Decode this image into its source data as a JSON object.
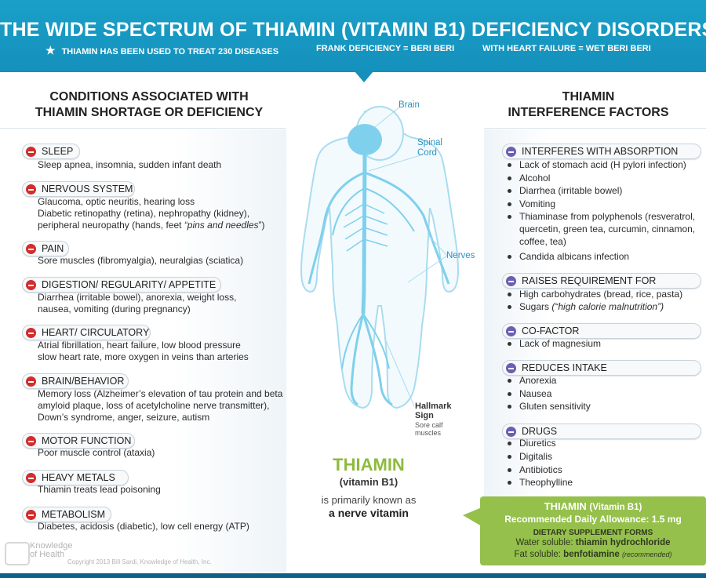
{
  "header": {
    "title": "THE WIDE SPECTRUM OF THIAMIN (VITAMIN B1) DEFICIENCY DISORDERS",
    "subtitle1": "THIAMIN HAS BEEN USED TO TREAT 230 DISEASES",
    "subtitle2": "FRANK DEFICIENCY = BERI BERI",
    "subtitle3": "WITH HEART FAILURE = WET BERI BERI"
  },
  "left": {
    "heading1": "CONDITIONS ASSOCIATED WITH",
    "heading2": "THIAMIN SHORTAGE OR DEFICIENCY",
    "sections": [
      {
        "label": "SLEEP",
        "lines": [
          "Sleep apnea, insomnia, sudden infant death"
        ]
      },
      {
        "label": "NERVOUS SYSTEM",
        "lines": [
          "Glaucoma, optic neuritis, hearing loss",
          "Diabetic retinopathy (retina), nephropathy (kidney),"
        ],
        "line3a": "peripheral neuropathy (hands, feet ",
        "line3b": "“pins and needles",
        "line3c": "”)"
      },
      {
        "label": "PAIN",
        "lines": [
          "Sore muscles (fibromyalgia), neuralgias (sciatica)"
        ]
      },
      {
        "label": "DIGESTION/ REGULARITY/ APPETITE",
        "lines": [
          "Diarrhea (irritable bowel), anorexia, weight loss,",
          "nausea, vomiting (during pregnancy)"
        ]
      },
      {
        "label": "HEART/ CIRCULATORY",
        "lines": [
          "Atrial fibrillation, heart failure, low blood pressure",
          "slow heart rate, more oxygen in veins than arteries"
        ]
      },
      {
        "label": "BRAIN/BEHAVIOR",
        "lines": [
          "Memory loss (Alzheimer’s elevation of tau protein and beta",
          "amyloid plaque, loss of acetylcholine nerve transmitter),",
          "Down’s syndrome, anger, seizure, autism"
        ]
      },
      {
        "label": "MOTOR FUNCTION",
        "lines": [
          "Poor muscle control (ataxia)"
        ]
      },
      {
        "label": "HEAVY METALS",
        "lines": [
          "Thiamin treats lead poisoning"
        ]
      },
      {
        "label": "METABOLISM",
        "lines": [
          "Diabetes, acidosis (diabetic), low cell energy (ATP)"
        ]
      }
    ]
  },
  "right": {
    "heading1": "THIAMIN",
    "heading2": "INTERFERENCE FACTORS",
    "sections": [
      {
        "label": "INTERFERES WITH ABSORPTION",
        "items": [
          "Lack of stomach acid (H pylori infection)",
          "Alcohol",
          "Diarrhea (irritable bowel)",
          "Vomiting",
          "Thiaminase from polyphenols (resveratrol,",
          "quercetin, green tea, curcumin, cinnamon,",
          "coffee, tea)",
          "Candida albicans infection"
        ]
      },
      {
        "label": "RAISES REQUIREMENT FOR",
        "items": [
          "High carbohydrates (bread, rice, pasta)"
        ],
        "sugars_a": "Sugars ",
        "sugars_b": "(“high calorie malnutrition”)"
      },
      {
        "label": "CO-FACTOR",
        "items": [
          "Lack of magnesium"
        ]
      },
      {
        "label": "REDUCES INTAKE",
        "items": [
          "Anorexia",
          "Nausea",
          "Gluten sensitivity"
        ]
      },
      {
        "label": "DRUGS",
        "items": [
          "Diuretics",
          "Digitalis",
          "Antibiotics",
          "Theophylline"
        ]
      }
    ]
  },
  "figure": {
    "brain": "Brain",
    "spinal1": "Spinal",
    "spinal2": "Cord",
    "nerves": "Nerves",
    "hallmark1": "Hallmark",
    "hallmark2": "Sign",
    "hallmark_sub1": "Sore calf",
    "hallmark_sub2": "muscles",
    "thiamin": "THIAMIN",
    "vitamin": "(vitamin B1)",
    "known": "is primarily known as",
    "nerve_vitamin": "a nerve vitamin"
  },
  "rda_box": {
    "title": "THIAMIN",
    "title_paren": "(Vitamin B1)",
    "rda": "Recommended Daily Allowance: 1.5 mg",
    "dsf": "DIETARY SUPPLEMENT FORMS",
    "water_a": "Water soluble: ",
    "water_b": "thiamin hydrochloride",
    "fat_a": "Fat soluble: ",
    "fat_b": "benfotiamine",
    "fat_c": "(recommended)"
  },
  "footer": {
    "logo1": "Knowledge",
    "logo2": "of Health",
    "copyright": "Copyright 2013 Bill Sardi, Knowledge of Health, Inc."
  },
  "colors": {
    "header_blue": "#1490bb",
    "body_blue": "#7fd0ec",
    "minus_red": "#d32c2c",
    "minus_purple": "#6a5fb3",
    "thiamin_green": "#8dbb3c",
    "box_green": "#95c04c"
  }
}
